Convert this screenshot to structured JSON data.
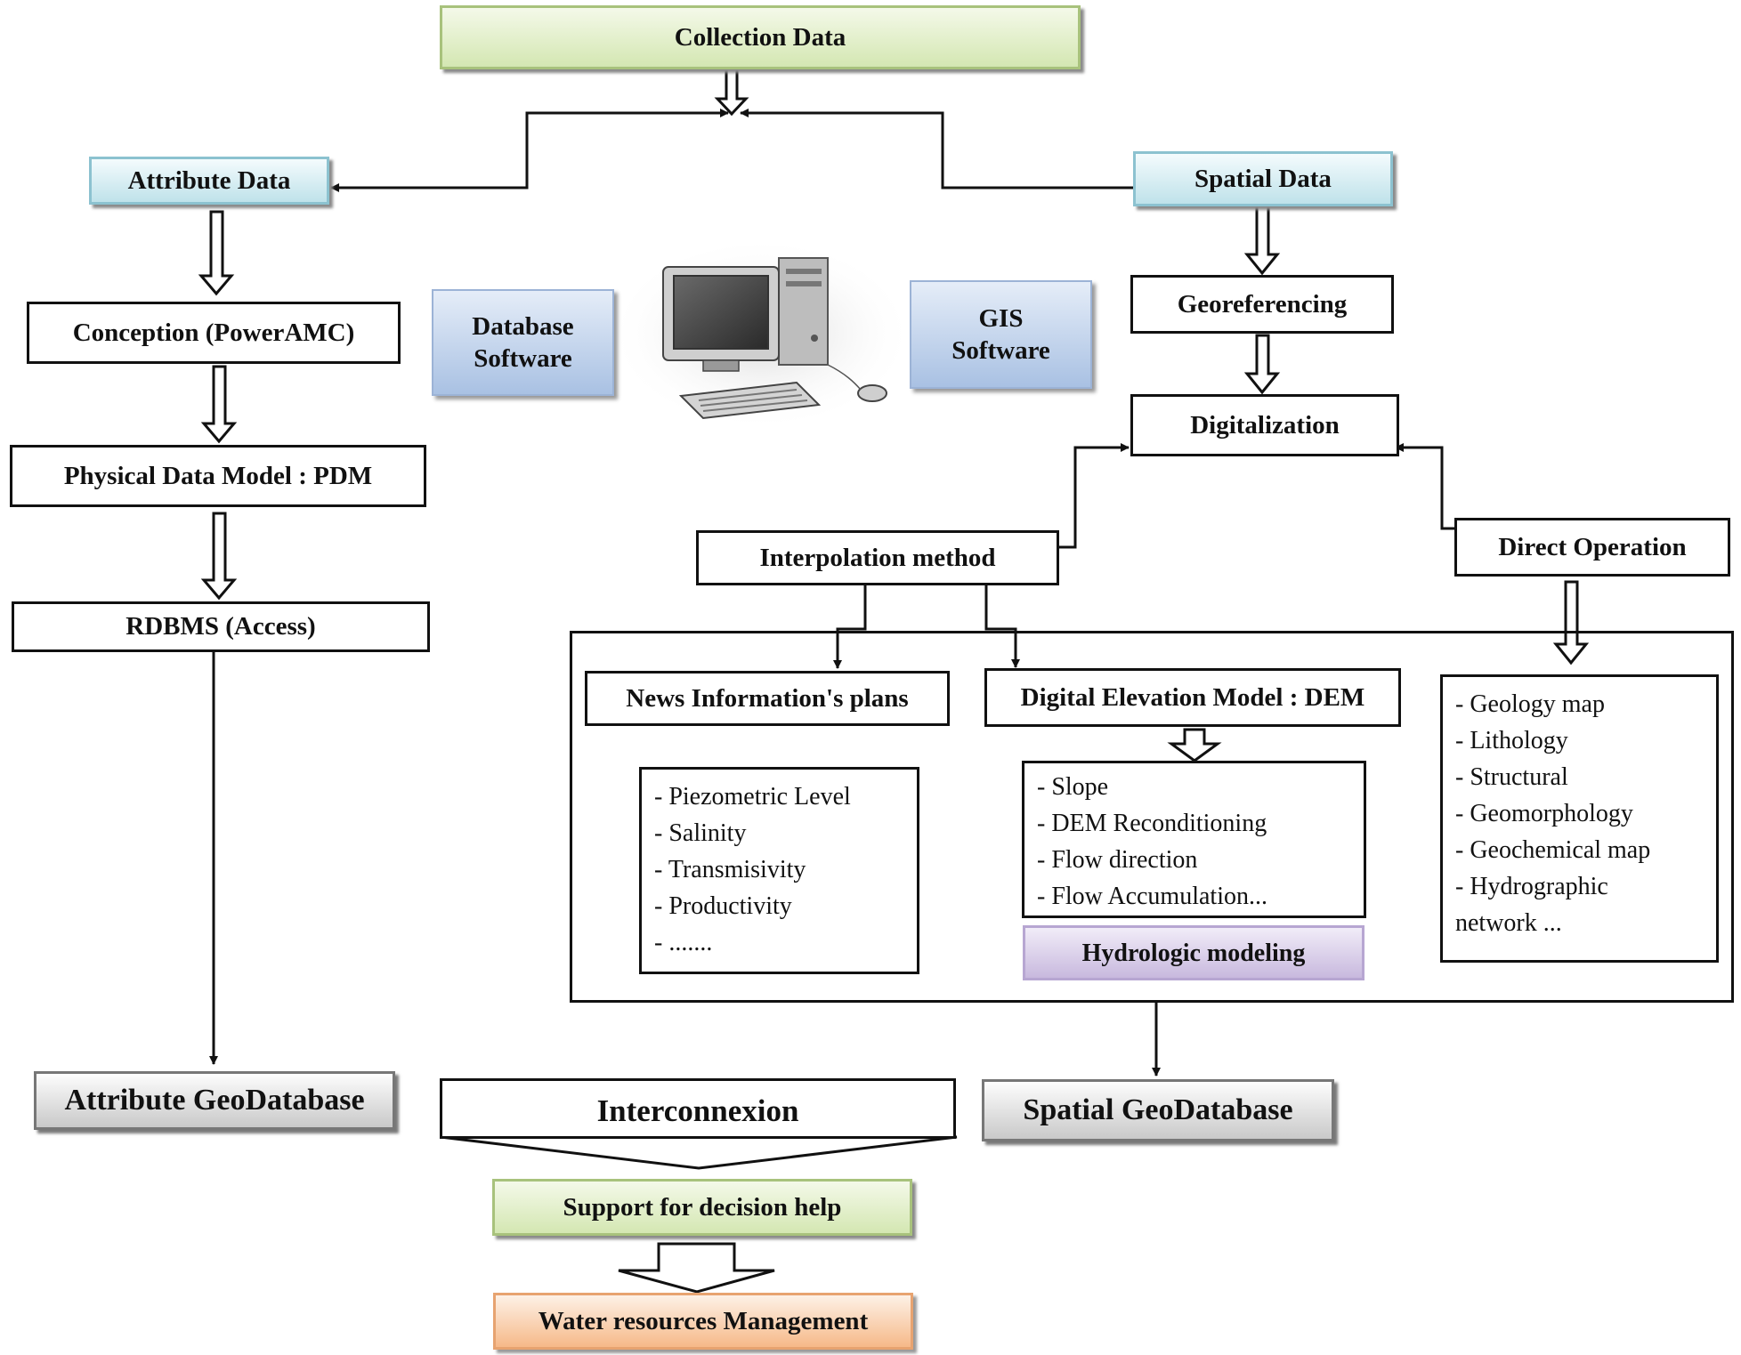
{
  "nodes": {
    "collection_data": "Collection Data",
    "attribute_data": "Attribute Data",
    "spatial_data": "Spatial Data",
    "conception": "Conception (PowerAMC)",
    "physical_data_model": "Physical Data Model : PDM",
    "rdbms": "RDBMS (Access)",
    "attribute_geodatabase": "Attribute GeoDatabase",
    "database_software_line1": "Database",
    "database_software_line2": "Software",
    "gis_software_line1": "GIS",
    "gis_software_line2": "Software",
    "georeferencing": "Georeferencing",
    "digitalization": "Digitalization",
    "interpolation_method": "Interpolation method",
    "direct_operation": "Direct Operation",
    "news_information_plans": "News Information's plans",
    "digital_elevation_model": "Digital Elevation Model : DEM",
    "hydrologic_modeling": "Hydrologic modeling",
    "spatial_geodatabase": "Spatial GeoDatabase",
    "interconnexion": "Interconnexion",
    "support_decision": "Support for decision help",
    "water_resources": "Water resources Management"
  },
  "lists": {
    "piezometric": [
      "- Piezometric Level",
      "- Salinity",
      "- Transmisivity",
      "- Productivity",
      "- ......."
    ],
    "dem_products": [
      "- Slope",
      "- DEM Reconditioning",
      "- Flow direction",
      "- Flow Accumulation..."
    ],
    "direct_products": [
      "- Geology map",
      "- Lithology",
      "- Structural",
      "- Geomorphology",
      "- Geochemical map",
      "- Hydrographic",
      "network ..."
    ]
  },
  "illustration": {
    "icon": "desktop-computer-icon"
  }
}
